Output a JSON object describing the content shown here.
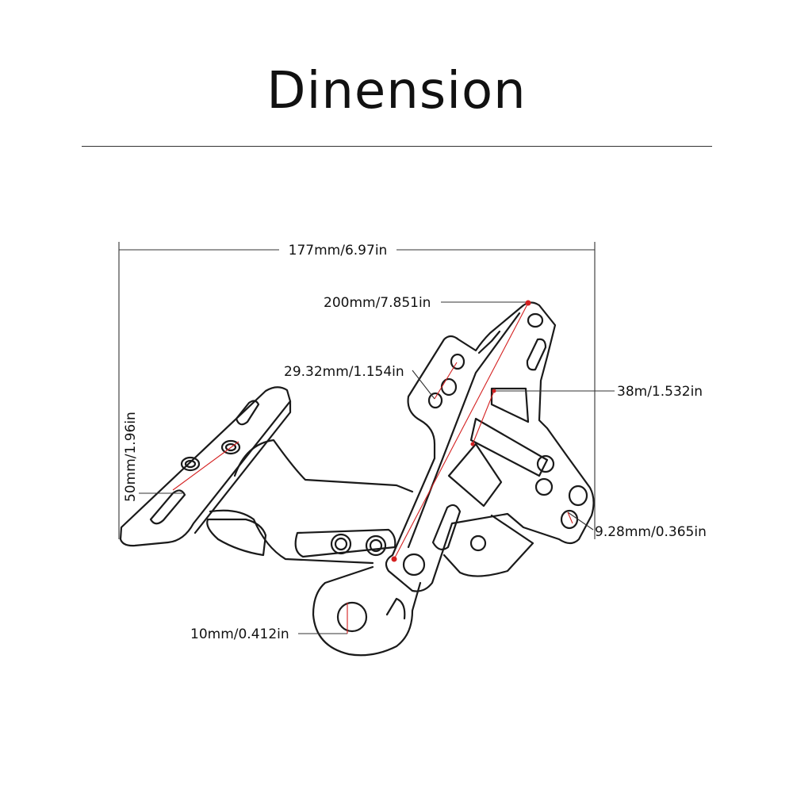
{
  "title": "Dinension",
  "dimensions": {
    "overall_width": "177mm/6.97in",
    "diagonal_length": "200mm/7.851in",
    "slot_spacing": "29.32mm/1.154in",
    "slot_gap": "38m/1.532in",
    "height": "50mm/1.96in",
    "hole_diameter": "9.28mm/0.365in",
    "mount_hole": "10mm/0.412in"
  },
  "colors": {
    "outline": "#1a1a1a",
    "dimension_red": "#d42020",
    "leader": "#333333"
  }
}
